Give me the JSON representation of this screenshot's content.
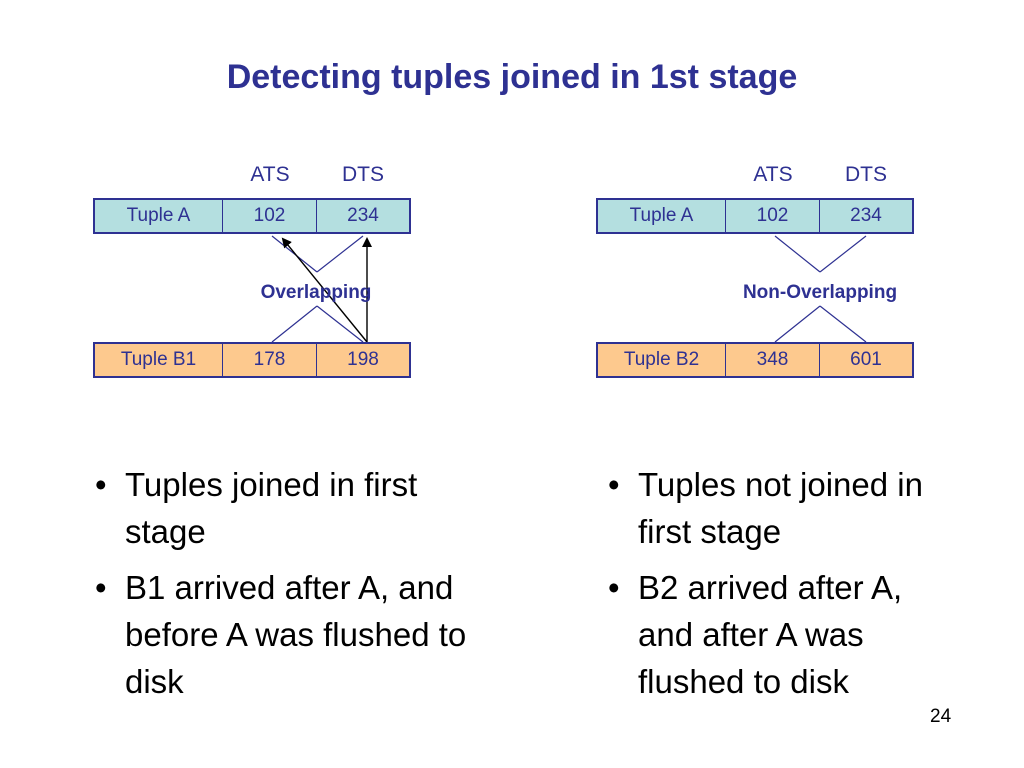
{
  "title": "Detecting tuples joined in 1st stage",
  "left": {
    "ats_header": "ATS",
    "dts_header": "DTS",
    "tuple_top": {
      "name": "Tuple A",
      "ats": "102",
      "dts": "234"
    },
    "relation_label": "Overlapping",
    "tuple_bottom": {
      "name": "Tuple B1",
      "ats": "178",
      "dts": "198"
    },
    "bullets": [
      "Tuples joined in first stage",
      "B1 arrived after A, and before A was flushed to disk"
    ]
  },
  "right": {
    "ats_header": "ATS",
    "dts_header": "DTS",
    "tuple_top": {
      "name": "Tuple A",
      "ats": "102",
      "dts": "234"
    },
    "relation_label": "Non-Overlapping",
    "tuple_bottom": {
      "name": "Tuple B2",
      "ats": "348",
      "dts": "601"
    },
    "bullets": [
      "Tuples not joined in first stage",
      "B2 arrived after A, and after A was flushed to disk"
    ]
  },
  "bullet_char": "•",
  "page_number": "24",
  "colors": {
    "title": "#2e3192",
    "tuple_a_fill": "#b4dfe0",
    "tuple_b_fill": "#fdc98e",
    "line": "#2e3192"
  }
}
